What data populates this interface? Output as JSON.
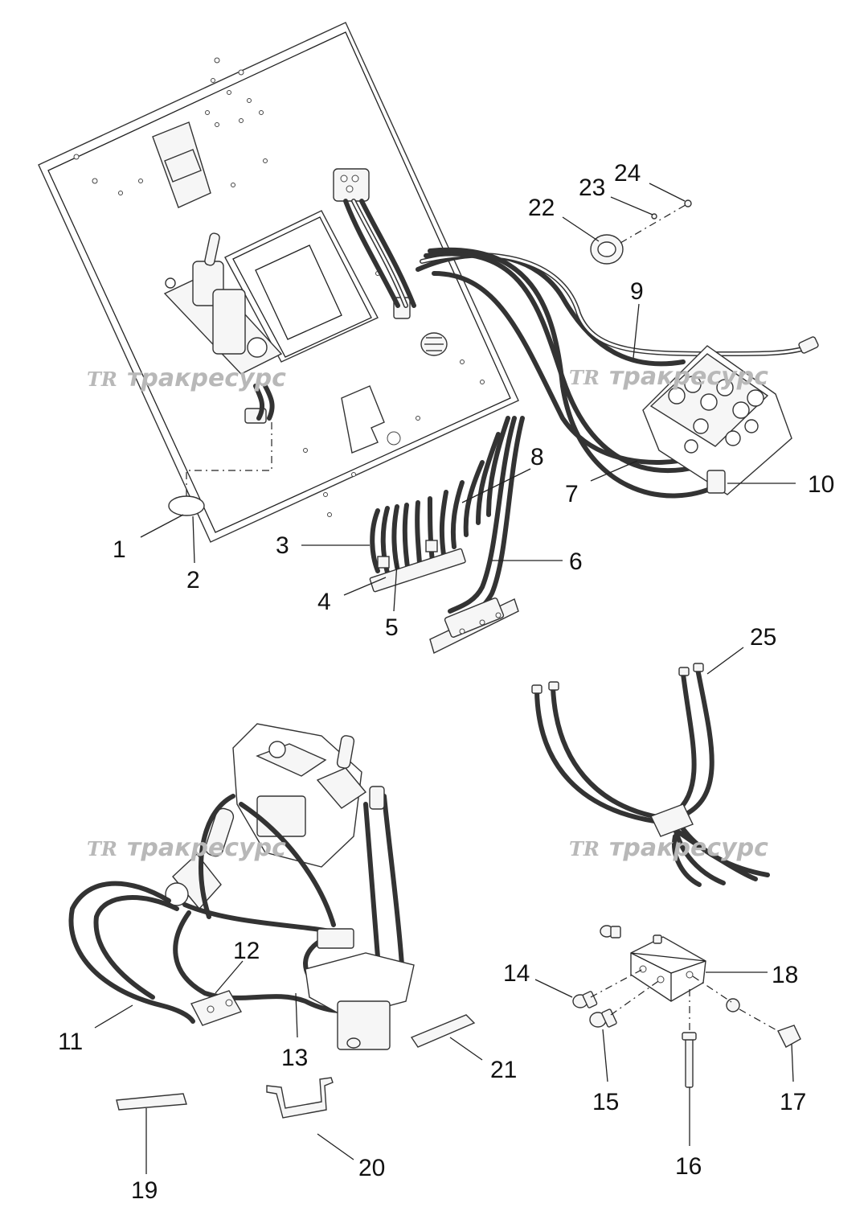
{
  "callouts": [
    {
      "id": "1",
      "label": "1"
    },
    {
      "id": "2",
      "label": "2"
    },
    {
      "id": "3",
      "label": "3"
    },
    {
      "id": "4",
      "label": "4"
    },
    {
      "id": "5",
      "label": "5"
    },
    {
      "id": "6",
      "label": "6"
    },
    {
      "id": "7",
      "label": "7"
    },
    {
      "id": "8",
      "label": "8"
    },
    {
      "id": "9",
      "label": "9"
    },
    {
      "id": "10",
      "label": "10"
    },
    {
      "id": "11",
      "label": "11"
    },
    {
      "id": "12",
      "label": "12"
    },
    {
      "id": "13",
      "label": "13"
    },
    {
      "id": "14",
      "label": "14"
    },
    {
      "id": "15",
      "label": "15"
    },
    {
      "id": "16",
      "label": "16"
    },
    {
      "id": "17",
      "label": "17"
    },
    {
      "id": "18",
      "label": "18"
    },
    {
      "id": "19",
      "label": "19"
    },
    {
      "id": "20",
      "label": "20"
    },
    {
      "id": "21",
      "label": "21"
    },
    {
      "id": "22",
      "label": "22"
    },
    {
      "id": "23",
      "label": "23"
    },
    {
      "id": "24",
      "label": "24"
    },
    {
      "id": "25",
      "label": "25"
    }
  ],
  "watermark": {
    "logo": "TR",
    "text": "тракресурс"
  },
  "colors": {
    "line": "#222222",
    "watermark": "#b8b8b8",
    "background": "#ffffff"
  }
}
